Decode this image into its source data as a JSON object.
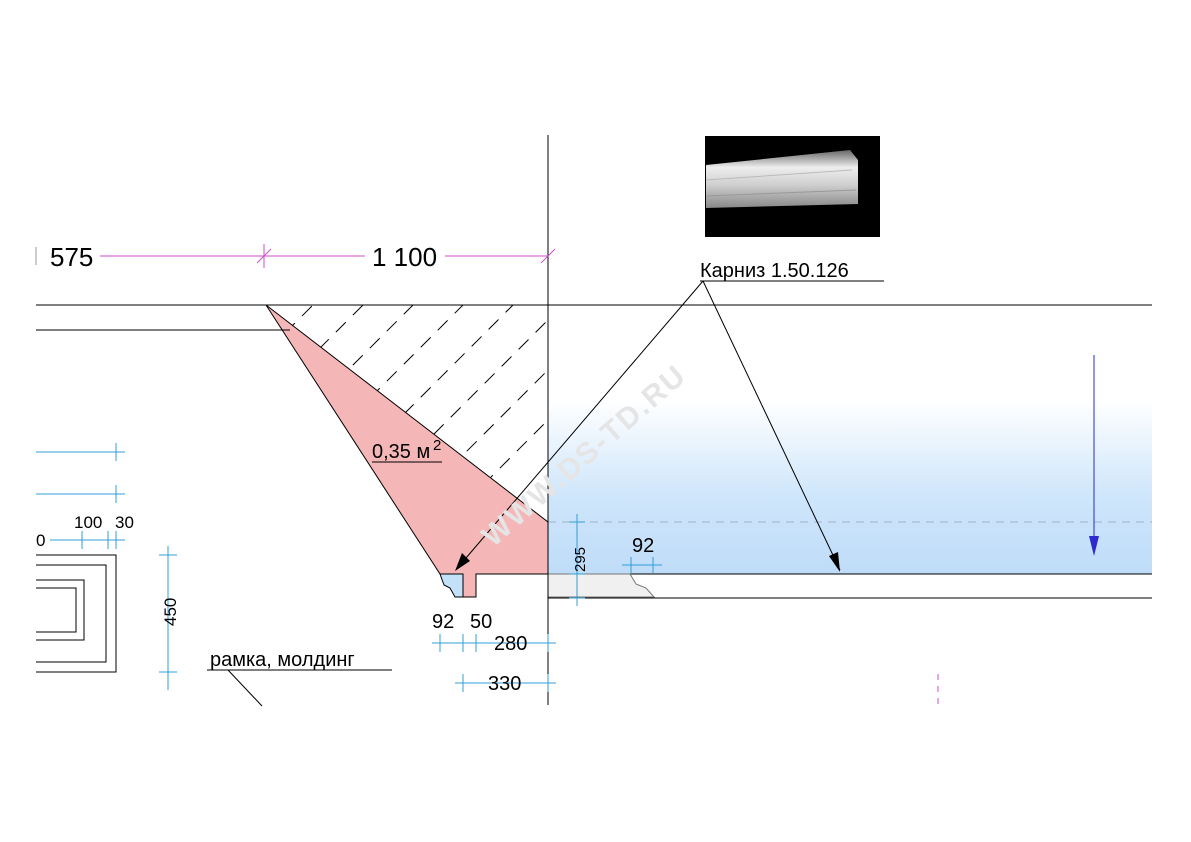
{
  "dimensions": {
    "top_left": "575",
    "top_main": "1 100",
    "bottom_92_left": "92",
    "bottom_50": "50",
    "bottom_280": "280",
    "bottom_330": "330",
    "side_295": "295",
    "right_92": "92",
    "left_450": "450",
    "left_100": "100",
    "left_30": "30",
    "left_0": "0"
  },
  "labels": {
    "cornice": "Карниз 1.50.126",
    "area_value": "0,35 м",
    "area_sup": "2",
    "frame_molding": "рамка, молдинг"
  },
  "watermark": "WWW.DS-TD.RU",
  "colors": {
    "pink_fill": "#f4b6b6",
    "sky_blue": "#c4e1fa",
    "dimension_blue": "#2f9fd8",
    "dimension_magenta": "#cf4fcf",
    "arrow_blue": "#2a2acf"
  },
  "icons": [
    "cornice-photo"
  ]
}
